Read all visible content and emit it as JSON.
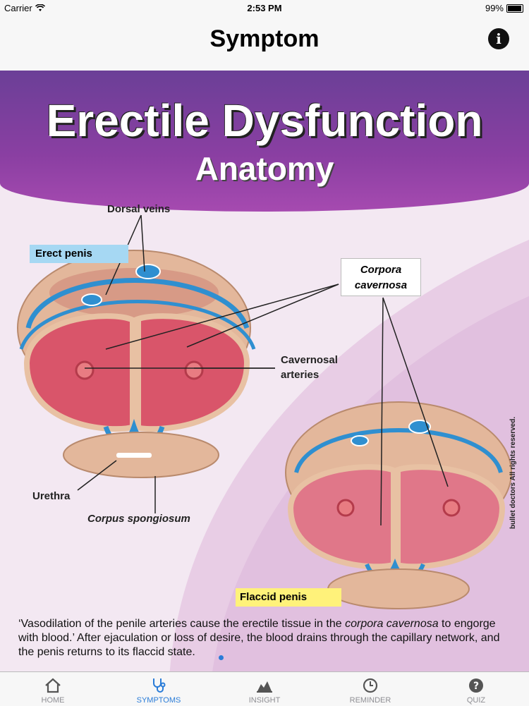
{
  "status_bar": {
    "carrier": "Carrier",
    "time": "2:53 PM",
    "battery": "99%"
  },
  "nav": {
    "title": "Symptom",
    "info_icon": "info-icon"
  },
  "banner": {
    "title": "Erectile Dysfunction",
    "subtitle": "Anatomy"
  },
  "figure": {
    "dorsal_veins": "Dorsal veins",
    "erect_penis": "Erect penis",
    "corpora_line1": "Corpora",
    "corpora_line2": "cavernosa",
    "cavernosal_line1": "Cavernosal",
    "cavernosal_line2": "arteries",
    "urethra": "Urethra",
    "corpus_spongiosum": "Corpus spongiosum",
    "flaccid_penis": "Flaccid penis",
    "copyright": "bullet doctors All rights reserved."
  },
  "caption": {
    "part1": "‘Vasodilation of the penile arteries cause the erectile tissue in the ",
    "part2": "corpora cavernosa",
    "part3": " to engorge with blood.’ After ejaculation or loss of desire, the blood drains through the capillary network, and the penis returns to its flaccid state."
  },
  "tabs": [
    {
      "label": "HOME",
      "icon": "home-icon"
    },
    {
      "label": "SYMPTOMS",
      "icon": "stethoscope-icon"
    },
    {
      "label": "INSIGHT",
      "icon": "chart-icon"
    },
    {
      "label": "REMINDER",
      "icon": "clock-icon"
    },
    {
      "label": "QUIZ",
      "icon": "question-icon"
    }
  ],
  "colors": {
    "accent": "#2a7cd8",
    "banner": "#8a3fa2",
    "tissue": "#d9556a",
    "vein": "#2f8fd0"
  }
}
